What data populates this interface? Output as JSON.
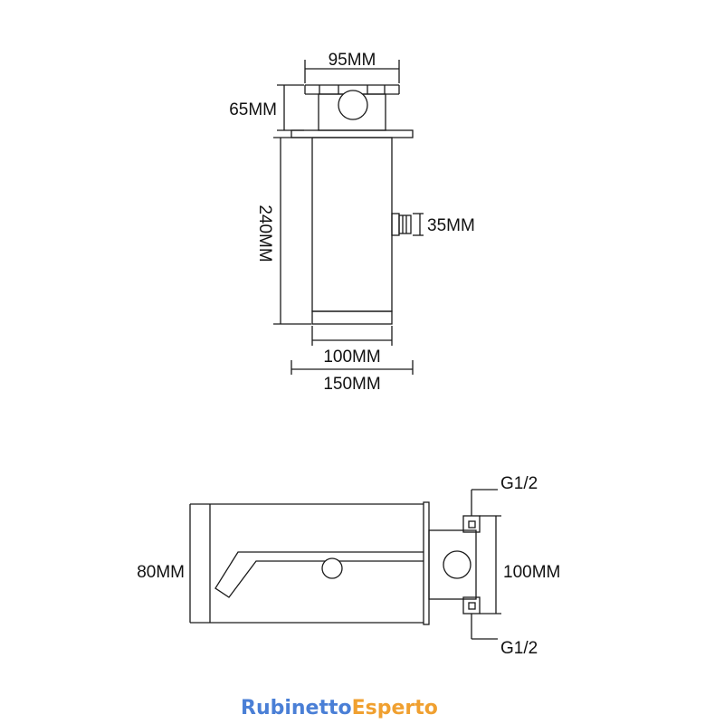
{
  "top_view": {
    "width_top": "95MM",
    "height_top": "65MM",
    "height_body": "240MM",
    "side_knob": "35MM",
    "width_body": "100MM",
    "width_plate": "150MM"
  },
  "side_view": {
    "height_spout": "80MM",
    "thread_top": "G1/2",
    "spacing": "100MM",
    "thread_bottom": "G1/2"
  },
  "watermark": {
    "part1": "Rubinetto",
    "part2": "Esperto",
    "color1": "#4a7fd6",
    "color2": "#f0a030"
  }
}
